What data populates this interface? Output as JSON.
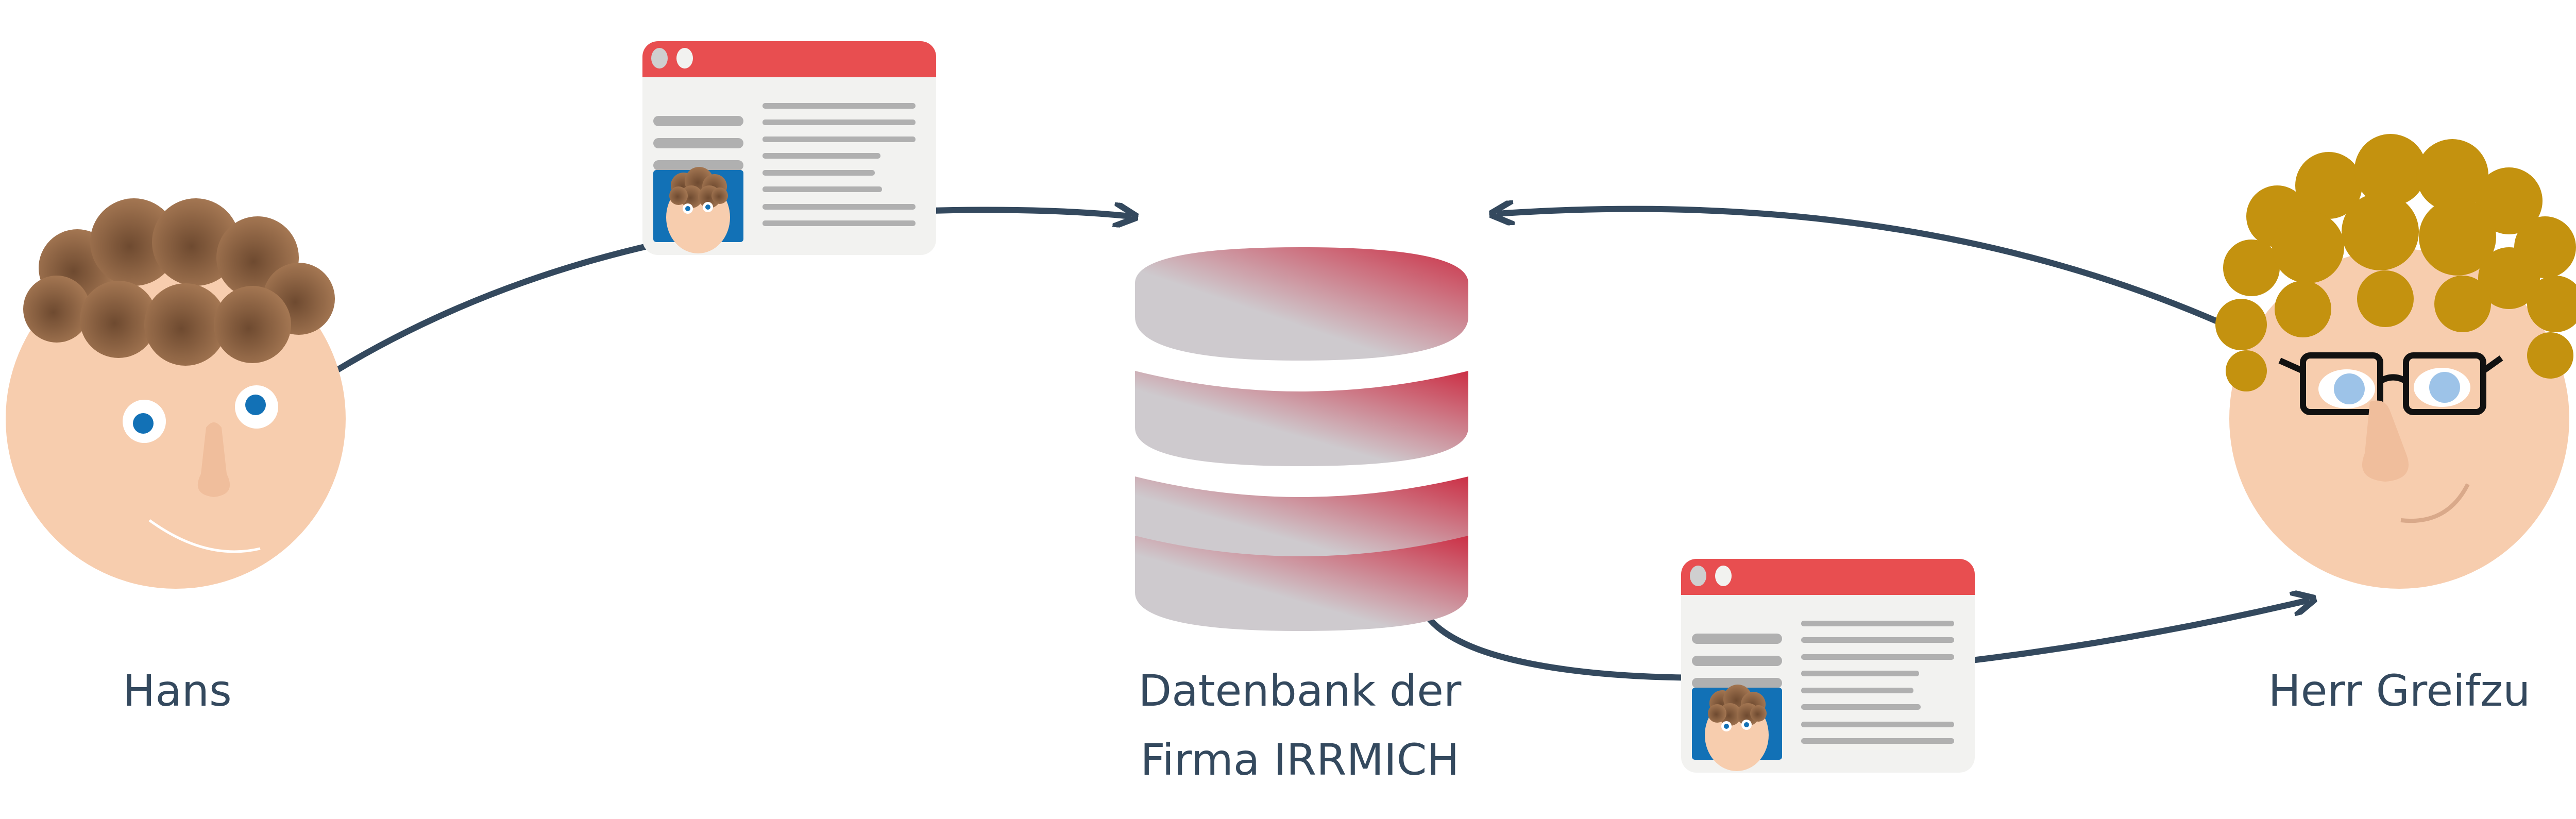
{
  "labels": {
    "hans": "Hans",
    "database_line1": "Datenbank der",
    "database_line2": "Firma IRRMICH",
    "greifzu": "Herr Greifzu"
  },
  "colors": {
    "line": "#34495E",
    "browser_bar": "#E84E50",
    "browser_body": "#F2F2F0",
    "text_line": "#B0B0B0",
    "skin": "#F7CDAE",
    "hair_hans": "#A87A55",
    "hair_greifzu": "#C4920F",
    "photo_bg": "#1271B6",
    "db_red": "#CC2F45",
    "db_grey": "#CECACE"
  }
}
